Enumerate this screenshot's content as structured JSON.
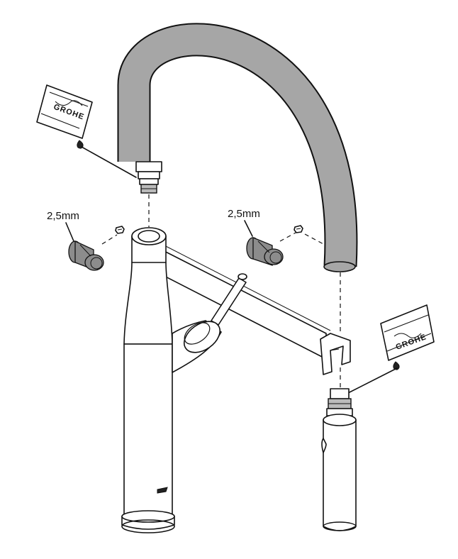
{
  "labels": {
    "allen_key_left": "2,5mm",
    "allen_key_right": "2,5mm"
  },
  "grease_packets": {
    "left": {
      "brand": "GROHE"
    },
    "right": {
      "brand": "GROHE"
    }
  },
  "colors": {
    "line": "#111111",
    "spout_fill": "#a6a6a6",
    "plug_fill": "#8c8c8c",
    "background": "#ffffff"
  }
}
